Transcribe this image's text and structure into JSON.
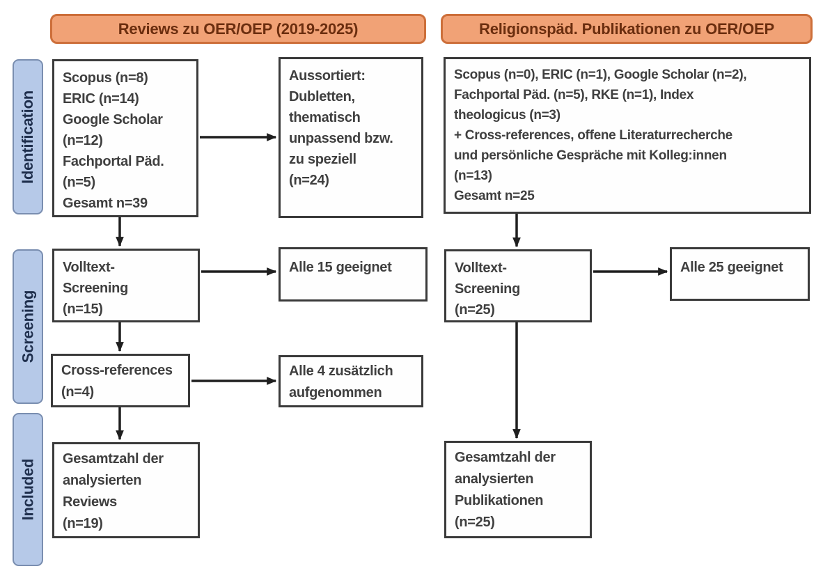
{
  "colors": {
    "header_fill": "#f1a276",
    "header_border": "#cd6f3a",
    "header_text": "#6b2e0f",
    "stage_fill": "#b6c9e8",
    "stage_border": "#7a8eb0",
    "stage_text": "#1f2f4d",
    "box_border": "#3a3a3a",
    "box_text": "#3f3f3f",
    "arrow": "#1f1f1f",
    "bg": "#ffffff"
  },
  "headers": {
    "left": "Reviews zu OER/OEP (2019-2025)",
    "right": "Religionspäd. Publikationen zu OER/OEP"
  },
  "stages": {
    "identification": "Identification",
    "screening": "Screening",
    "included": "Included"
  },
  "left_flow": {
    "sources": "Scopus (n=8)\nERIC (n=14)\nGoogle Scholar\n(n=12)\nFachportal Päd.\n(n=5)\nGesamt n=39",
    "excluded": "Aussortiert:\nDubletten,\nthematisch\nunpassend bzw.\nzu speziell\n(n=24)",
    "fulltext_screening": "Volltext-\nScreening\n(n=15)",
    "fulltext_result": "Alle 15 geeignet",
    "cross_references": "Cross-references\n(n=4)",
    "cross_references_result": "Alle 4 zusätzlich\naufgenommen",
    "included_total": "Gesamtzahl der\nanalysierten\nReviews\n(n=19)"
  },
  "right_flow": {
    "sources": "Scopus (n=0), ERIC (n=1), Google Scholar (n=2),\nFachportal Päd. (n=5), RKE (n=1), Index\ntheologicus (n=3)\n+ Cross-references, offene Literaturrecherche\nund persönliche Gespräche mit Kolleg:innen\n(n=13)\nGesamt n=25",
    "fulltext_screening": "Volltext-\nScreening\n(n=25)",
    "fulltext_result": "Alle 25 geeignet",
    "included_total": "Gesamtzahl der\nanalysierten\nPublikationen\n(n=25)"
  }
}
